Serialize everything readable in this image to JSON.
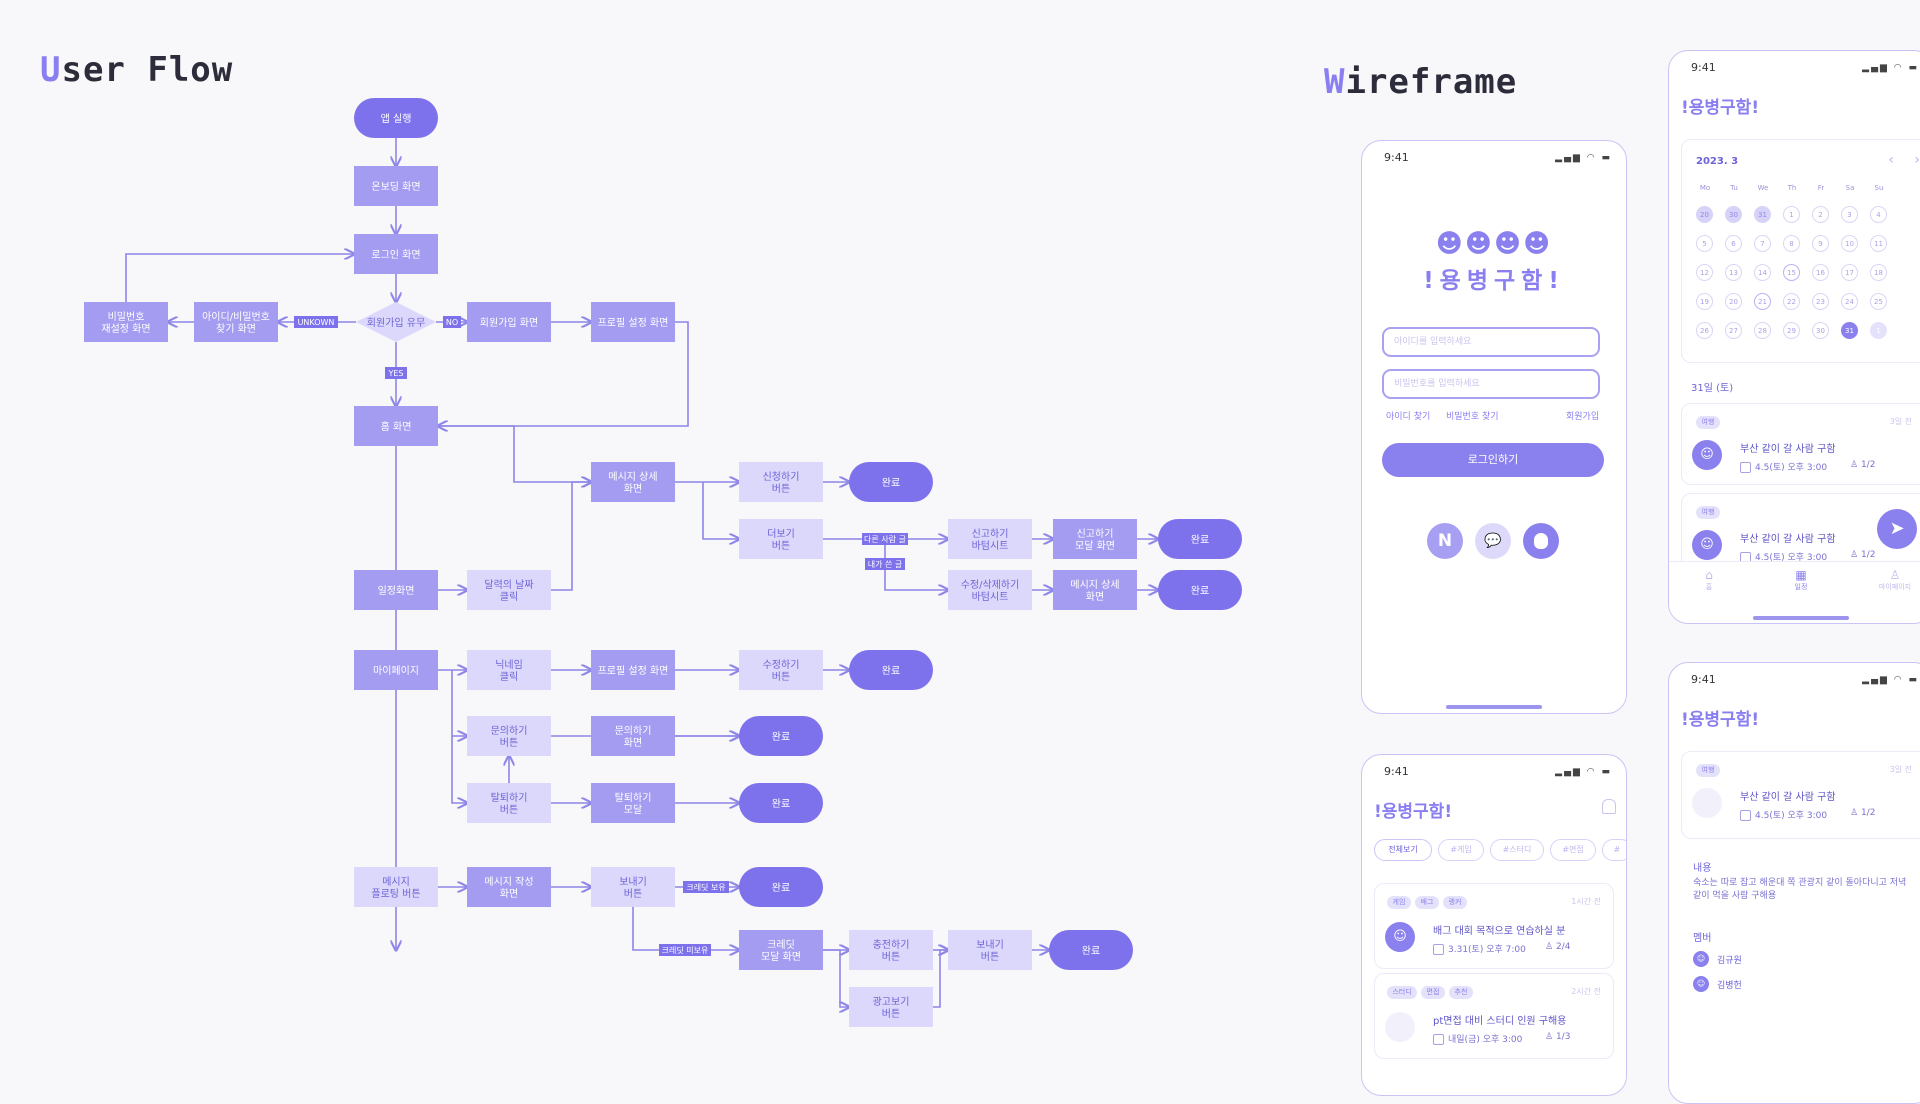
{
  "titles": {
    "user_flow": {
      "accent": "U",
      "rest": "ser Flow"
    },
    "wireframe": {
      "accent": "W",
      "rest": "ireframe"
    }
  },
  "flow": {
    "nodes": {
      "app_start": "앱 실행",
      "onboarding": "온보딩 화면",
      "login": "로그인 화면",
      "signup_check": "회원가입 유무",
      "find_idpw": [
        "아이디/비밀번호",
        "찾기 화면"
      ],
      "reset_pw": [
        "비밀번호",
        "재설정 화면"
      ],
      "signup": "회원가입 화면",
      "profile_setup": "프로필 설정 화면",
      "home": "홈 화면",
      "msg_detail": [
        "메시지 상세",
        "화면"
      ],
      "apply_btn": [
        "신청하기",
        "버튼"
      ],
      "done1": "완료",
      "more_btn": [
        "더보기",
        "버튼"
      ],
      "report_sheet": [
        "신고하기",
        "바텀시트"
      ],
      "report_modal": [
        "신고하기",
        "모달 화면"
      ],
      "done2": "완료",
      "edit_sheet": [
        "수정/삭제하기",
        "바텀시트"
      ],
      "msg_detail2": [
        "메시지 상세",
        "화면"
      ],
      "done3": "완료",
      "schedule": "일정화면",
      "cal_click": [
        "달력의 날짜",
        "클릭"
      ],
      "mypage": "마이페이지",
      "nick_click": [
        "닉네임",
        "클릭"
      ],
      "profile_setup2": "프로필 설정 화면",
      "edit_btn": [
        "수정하기",
        "버튼"
      ],
      "done4": "완료",
      "inquiry_btn": [
        "문의하기",
        "버튼"
      ],
      "inquiry_screen": [
        "문의하기",
        "화면"
      ],
      "done5": "완료",
      "withdraw_btn": [
        "탈퇴하기",
        "버튼"
      ],
      "withdraw_modal": [
        "탈퇴하기",
        "모달"
      ],
      "done6": "완료",
      "floating_btn": [
        "메시지",
        "플로팅 버튼"
      ],
      "msg_write": [
        "메시지 작성",
        "화면"
      ],
      "send_btn": [
        "보내기",
        "버튼"
      ],
      "done7": "완료",
      "credit_modal": [
        "크레딧",
        "모달 화면"
      ],
      "charge_btn": [
        "충전하기",
        "버튼"
      ],
      "send_btn2": [
        "보내기",
        "버튼"
      ],
      "done8": "완료",
      "ad_btn": [
        "광고보기",
        "버튼"
      ]
    },
    "labels": {
      "unknown": "UNKOWN",
      "no": "NO",
      "yes": "YES",
      "others_post": "다른 사람 글",
      "my_post": "내가 쓴 글",
      "credit_has": "크레딧 보유",
      "credit_none": "크레딧 미보유"
    }
  },
  "wireframe": {
    "status_time": "9:41",
    "status_icons": "▂▄▆ ◠ ▬",
    "login": {
      "logo_faces": "☻☻☻☻",
      "logo_text": "!용병구함!",
      "id_placeholder": "아이디를 입력하세요",
      "pw_placeholder": "비밀번호를 입력하세요",
      "find_id": "아이디 찾기",
      "find_pw": "비밀번호 찾기",
      "signup": "회원가입",
      "login_button": "로그인하기",
      "social": [
        "N",
        "💬",
        ""
      ]
    },
    "home": {
      "brand": "!용병구함!",
      "chips": [
        "전체보기",
        "#게임",
        "#스터디",
        "#면접",
        "#"
      ],
      "cards": [
        {
          "tags": [
            "게임",
            "배그",
            "랭커"
          ],
          "ago": "1시간 전",
          "title": "배그 대회 목적으로 연습하실 분",
          "date": "3.31(토) 오후 7:00",
          "people": "2/4"
        },
        {
          "tags": [
            "스터디",
            "면접",
            "추천"
          ],
          "ago": "2시간 전",
          "title": "pt면접 대비 스터디 인원 구해용",
          "date": "내일(금) 오후 3:00",
          "people": "1/3"
        }
      ]
    },
    "calendar": {
      "brand": "!용병구함!",
      "month": "2023. 3",
      "prev": "‹",
      "next": "›",
      "dow": [
        "Mo",
        "Tu",
        "We",
        "Th",
        "Fr",
        "Sa",
        "Su"
      ],
      "weeks": [
        [
          "20",
          "30",
          "31",
          "1",
          "2",
          "3",
          "4"
        ],
        [
          "5",
          "6",
          "7",
          "8",
          "9",
          "10",
          "11"
        ],
        [
          "12",
          "13",
          "14",
          "15",
          "16",
          "17",
          "18"
        ],
        [
          "19",
          "20",
          "21",
          "22",
          "23",
          "24",
          "25"
        ],
        [
          "26",
          "27",
          "28",
          "29",
          "30",
          "31",
          "1"
        ]
      ],
      "selected_label": "31일 (토)",
      "cards": [
        {
          "tag": "여행",
          "ago": "3일 전",
          "title": "부산 같이 갈 사람 구함",
          "date": "4.5(토) 오후 3:00",
          "people": "1/2"
        },
        {
          "tag": "여행",
          "title": "부산 같이 갈 사람 구함",
          "date": "4.5(토) 오후 3:00",
          "people": "1/2"
        }
      ],
      "nav": [
        "홈",
        "일정",
        "마이페이지"
      ]
    },
    "detail": {
      "brand": "!용병구함!",
      "tag": "여행",
      "ago": "3일 전",
      "title": "부산 같이 갈 사람 구함",
      "date": "4.5(토) 오후 3:00",
      "people": "1/2",
      "content_label": "내용",
      "content": "숙소는 따로 잡고 해운대 쪽 관광지 같이 돌아다니고 저녁 같이 먹을 사람 구해용",
      "member_label": "멤버",
      "members": [
        "김규원",
        "김병헌"
      ]
    }
  }
}
